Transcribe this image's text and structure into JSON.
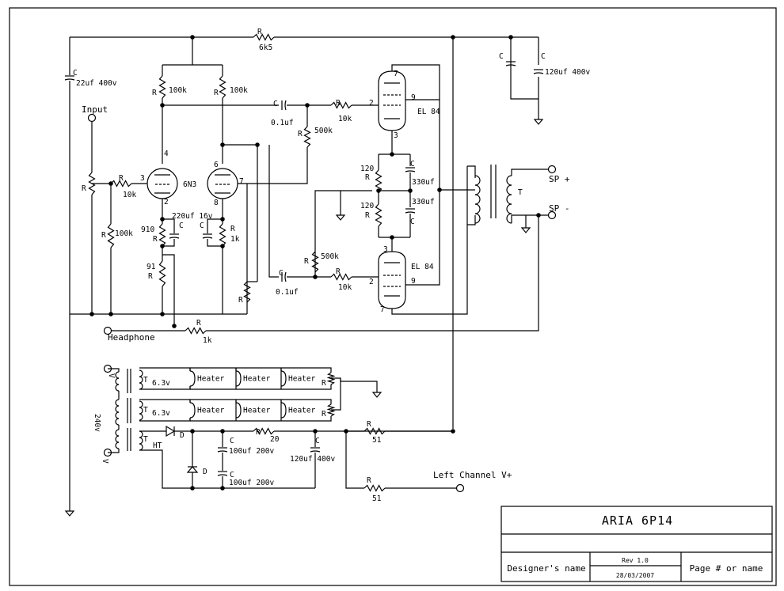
{
  "labels": {
    "input": "Input",
    "headphone": "Headphone",
    "left_channel": "Left Channel V+",
    "sp_plus": "SP +",
    "sp_minus": "SP -",
    "mains": "240v",
    "v1": "V",
    "v2": "V",
    "tube_6n3": "6N3",
    "el84_top": "EL 84",
    "el84_bot": "EL 84",
    "ht": "HT",
    "heater_6v3_a": "6.3v",
    "heater_6v3_b": "6.3v",
    "heater": "Heater",
    "r": "R",
    "c": "C",
    "d": "D",
    "t": "T"
  },
  "values": {
    "r_6k5": "6k5",
    "c_22uf": "22uf 400v",
    "c_120uf_top": "120uf 400v",
    "r_100k_a": "100k",
    "r_100k_b": "100k",
    "r_100k_grid": "100k",
    "c_01uf_top": "0.1uf",
    "c_01uf_bot": "0.1uf",
    "r_500k_top": "500k",
    "r_500k_bot": "500k",
    "r_10k_top": "10k",
    "r_10k_bot": "10k",
    "r_10k_in": "10k",
    "r_120_a": "120",
    "r_120_b": "120",
    "c_330uf_a": "330uf",
    "c_330uf_b": "330uf",
    "r_910": "910",
    "r_91": "91",
    "c_220uf": "220uf 16v",
    "r_1k_cath": "1k",
    "r_1k_hp": "1k",
    "r_20": "20",
    "c_100uf_a": "100uf 200v",
    "c_100uf_b": "100uf 200v",
    "c_120uf_psu": "120uf 400v",
    "r_51_a": "51",
    "r_51_b": "51"
  },
  "pins": {
    "p3": "3",
    "p4": "4",
    "p2": "2",
    "p6": "6",
    "p7": "7",
    "p8": "8",
    "el_top_7": "7",
    "el_top_9": "9",
    "el_top_2": "2",
    "el_top_3": "3",
    "el_bot_3": "3",
    "el_bot_2": "2",
    "el_bot_9": "9",
    "el_bot_7": "7"
  },
  "title_block": {
    "title": "ARIA 6P14",
    "designer": "Designer's name",
    "rev": "Rev 1.0",
    "date": "28/03/2007",
    "page": "Page # or name"
  }
}
